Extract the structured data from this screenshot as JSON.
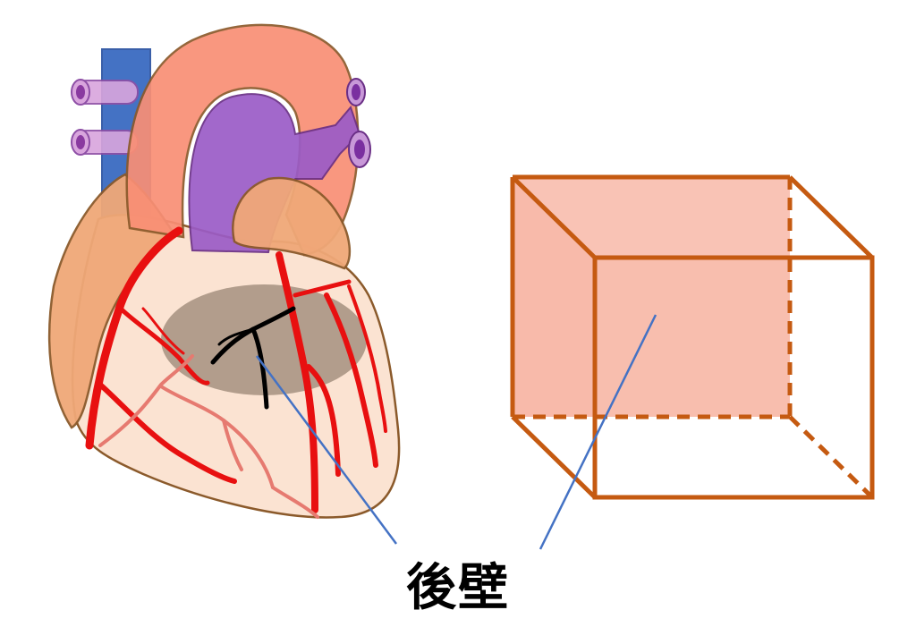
{
  "figure": {
    "label": "後壁",
    "colors": {
      "cube_edge": "#c55a11",
      "cube_fill": "#f8b9a8",
      "pointer_line": "#4472c4",
      "artery": "#e81010",
      "infarct": "#9a8674",
      "aorta": "#f98f75",
      "pulmonary": "#9b5cc7",
      "vena_cava": "#4472c4",
      "atrium": "#f0a878",
      "ventricle": "#fbe3d2"
    },
    "icons": [
      "heart-illustration",
      "cube-diagram"
    ]
  }
}
